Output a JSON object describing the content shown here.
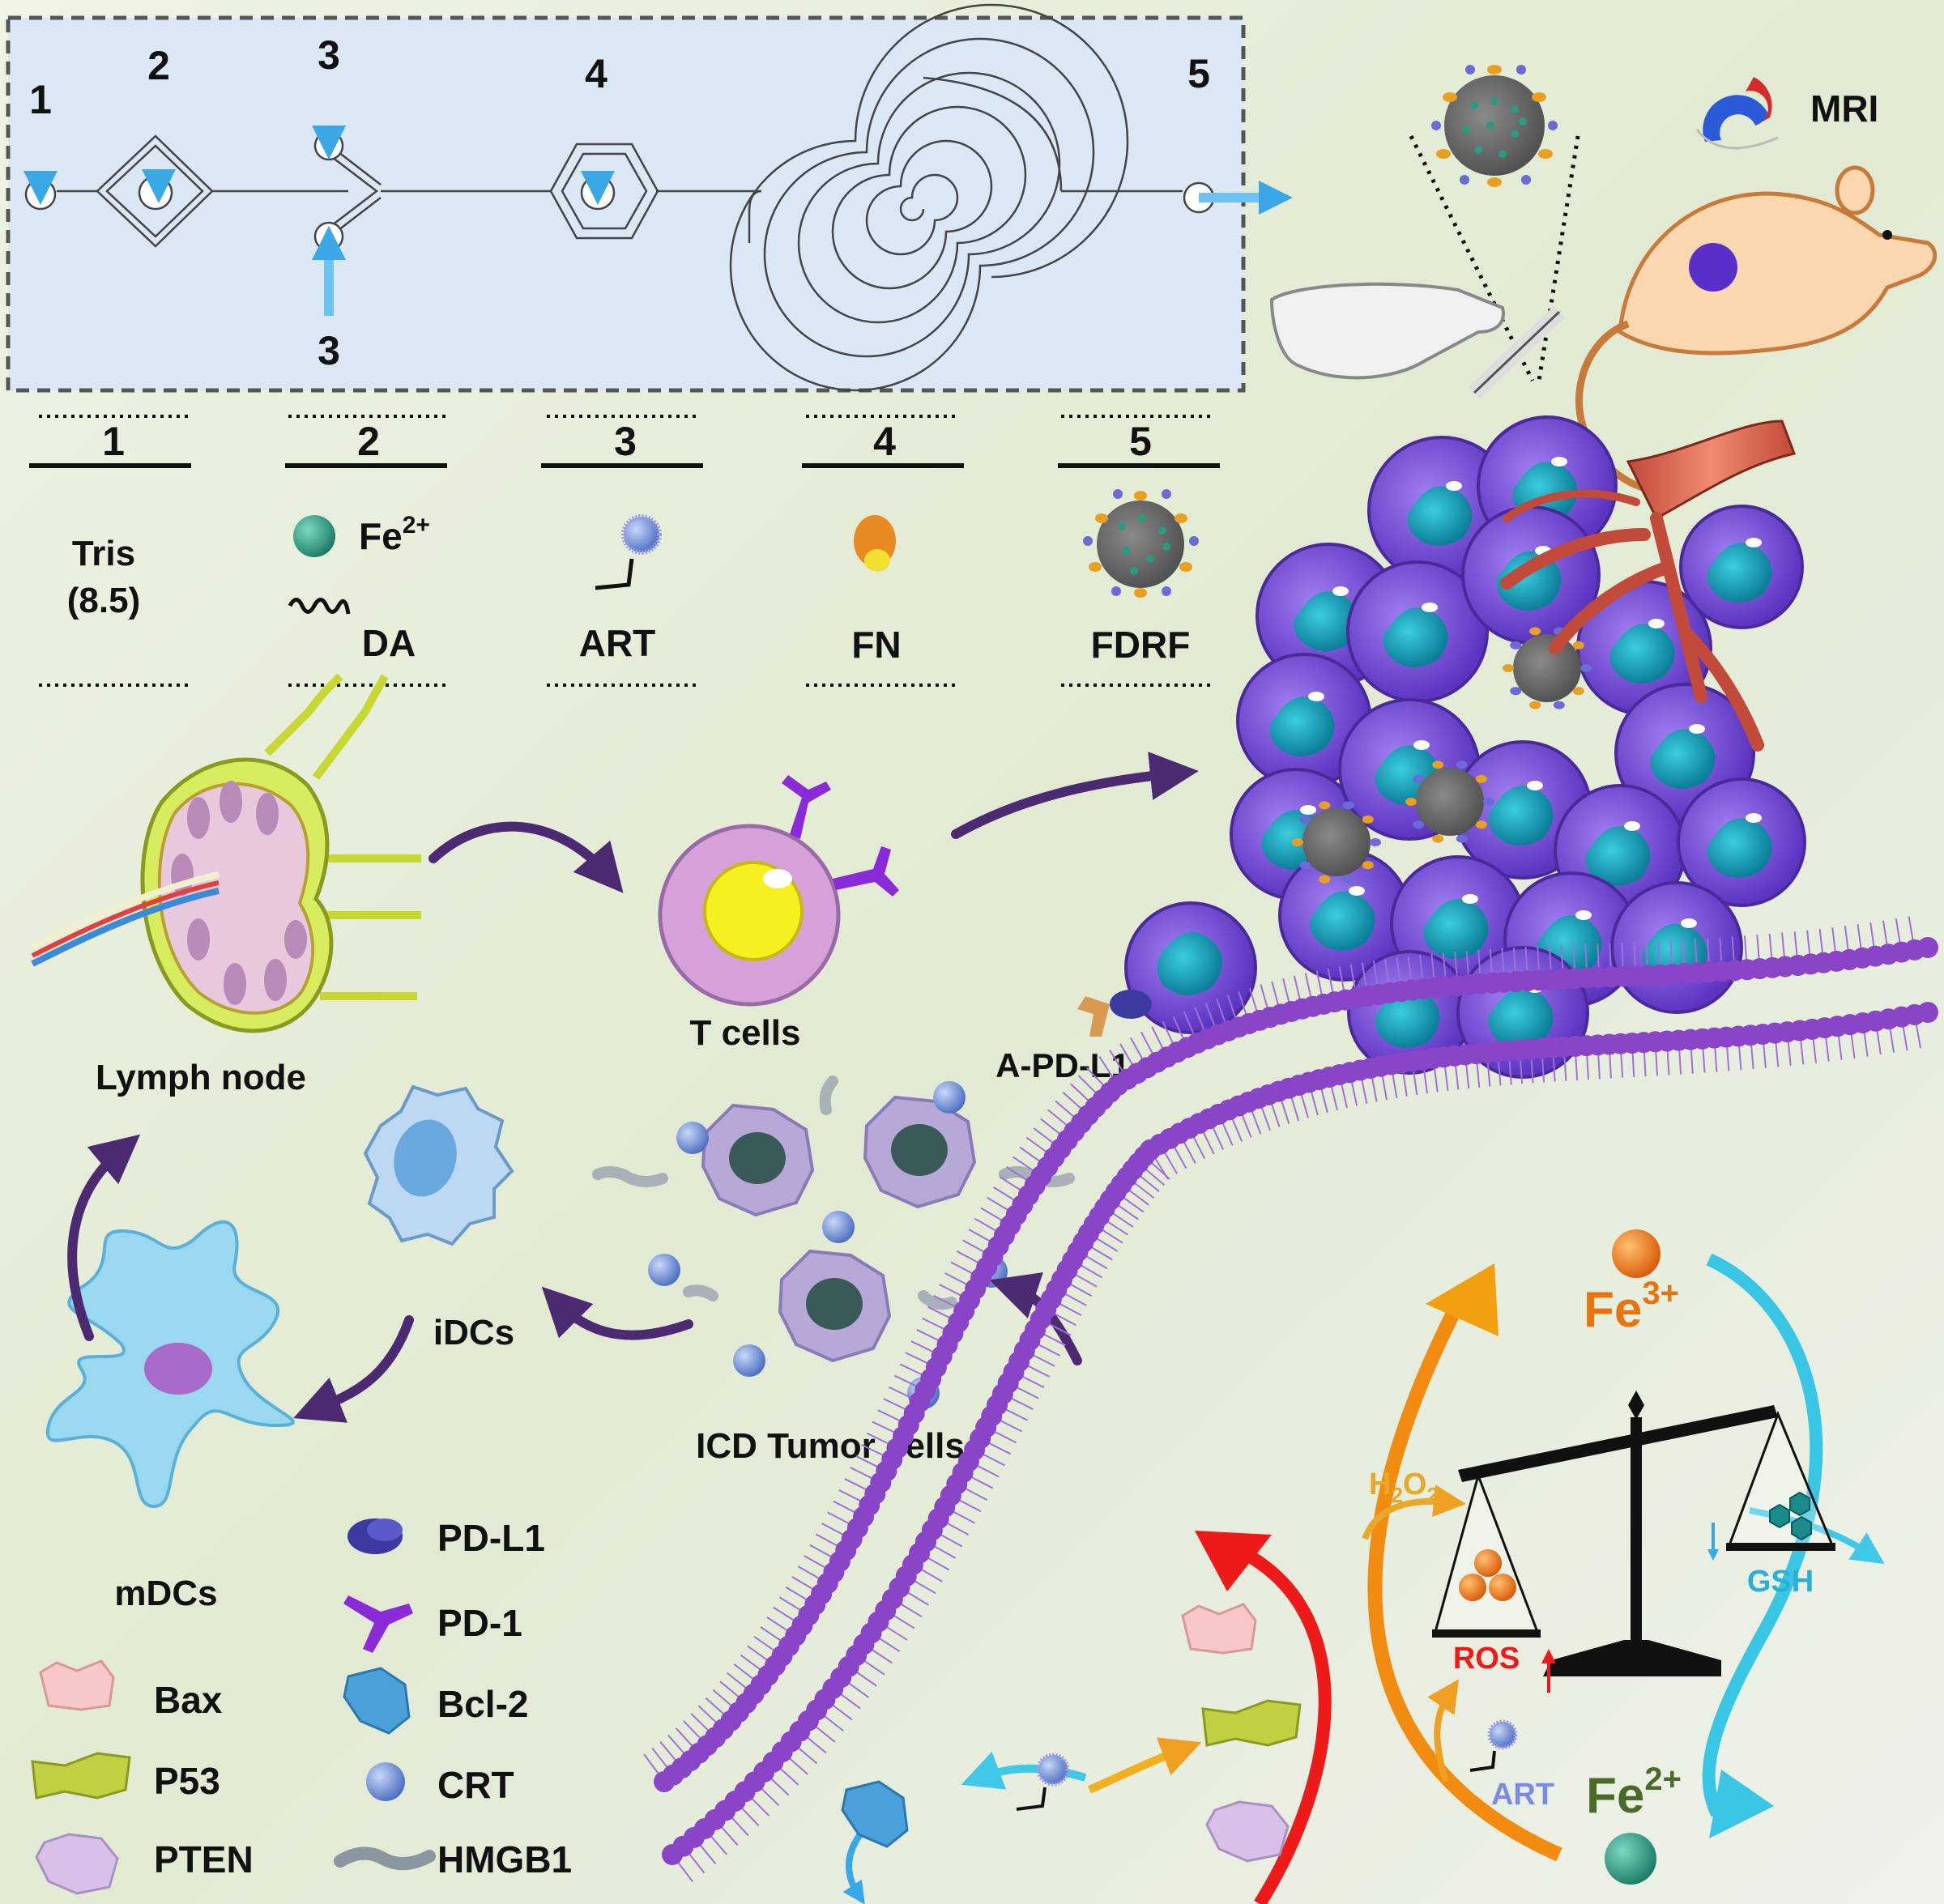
{
  "chip": {
    "inlet_numbers": [
      "1",
      "2",
      "3",
      "4",
      "5"
    ],
    "lower_inlet_number": "3"
  },
  "top_labels": [
    "MRI"
  ],
  "steps": [
    {
      "number": "1",
      "label": "Tris",
      "sublabel": "(8.5)"
    },
    {
      "number": "2",
      "label": "Fe",
      "superscript": "2+",
      "label2": "DA"
    },
    {
      "number": "3",
      "label": "ART"
    },
    {
      "number": "4",
      "label": "FN"
    },
    {
      "number": "5",
      "label": "FDRF"
    }
  ],
  "cycle_labels": {
    "lymph_node": "Lymph node",
    "t_cells": "T cells",
    "a_pdl1": "A-PD-L1",
    "idcs": "iDCs",
    "mdcs": "mDCs",
    "icd": "ICD Tumor cells"
  },
  "legend": [
    {
      "label": "PD-L1",
      "icon": "pd-l1-protein-icon"
    },
    {
      "label": "PD-1",
      "icon": "pd-1-receptor-icon"
    },
    {
      "label": "Bax",
      "icon": "bax-protein-icon"
    },
    {
      "label": "Bcl-2",
      "icon": "bcl-2-protein-icon"
    },
    {
      "label": "P53",
      "icon": "p53-protein-icon"
    },
    {
      "label": "CRT",
      "icon": "crt-sphere-icon"
    },
    {
      "label": "PTEN",
      "icon": "pten-protein-icon"
    },
    {
      "label": "HMGB1",
      "icon": "hmgb1-strand-icon"
    }
  ],
  "redox": {
    "fe3": "Fe",
    "fe3_sup": "3+",
    "fe2": "Fe",
    "fe2_sup": "2+",
    "h2o2_h": "H",
    "h2o2_2a": "2",
    "h2o2_o": "O",
    "h2o2_2b": "2",
    "ros": "ROS",
    "gsh": "GSH",
    "art": "ART"
  },
  "colors": {
    "panel_background": "#e3ecd8",
    "chip_fill": "#dce7f5",
    "arrow_purple": "#4b2a72",
    "membrane_purple": "#8a44c8",
    "tumor_cell": "#7a52d6",
    "nucleus": "#1aa8c0",
    "fe2_teal": "#2a9a82",
    "fe3_orange": "#e8740e",
    "gsh_cyan": "#2fb8d8",
    "ros_red": "#e02020",
    "inlet_arrow": "#4fb6ea"
  }
}
